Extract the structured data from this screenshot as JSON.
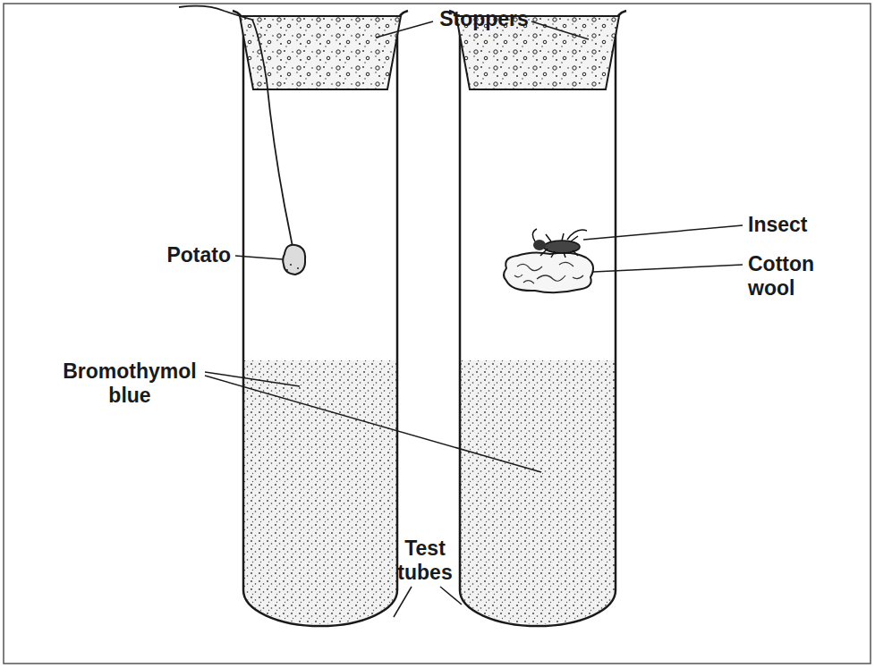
{
  "diagram": {
    "labels": [
      "Stoppers",
      "Potato",
      "Insect",
      "Cotton wool",
      "Bromothymol blue",
      "Test tubes"
    ]
  }
}
